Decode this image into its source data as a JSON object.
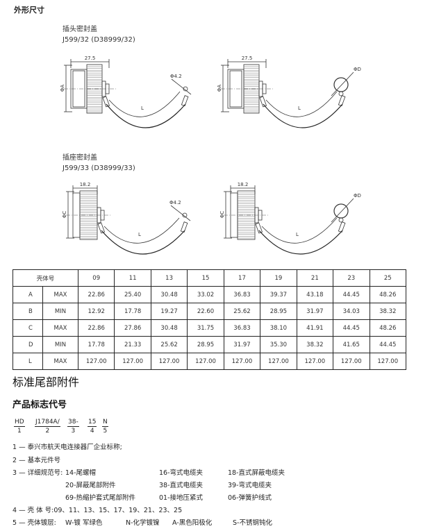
{
  "heading": "外形尺寸",
  "drawings": {
    "plug": {
      "title": "插头密封盖",
      "spec": "J599/32   (D38999/32)",
      "width_dim": "27.5",
      "dia_label": "ΦA",
      "hole_label": "Φ4.2",
      "ring_label": "ΦD",
      "length_label": "L"
    },
    "receptacle": {
      "title": "插座密封盖",
      "spec": "J599/33   (D38999/33)",
      "width_dim": "18.2",
      "dia_label": "ΦC",
      "hole_label": "Φ4.2",
      "ring_label": "ΦD",
      "length_label": "L"
    }
  },
  "table": {
    "header": "壳体号",
    "shells": [
      "09",
      "11",
      "13",
      "15",
      "17",
      "19",
      "21",
      "23",
      "25"
    ],
    "rows": [
      {
        "dim": "A",
        "limit": "MAX",
        "values": [
          "22.86",
          "25.40",
          "30.48",
          "33.02",
          "36.83",
          "39.37",
          "43.18",
          "44.45",
          "48.26"
        ]
      },
      {
        "dim": "B",
        "limit": "MIN",
        "values": [
          "12.92",
          "17.78",
          "19.27",
          "22.60",
          "25.62",
          "28.95",
          "31.97",
          "34.03",
          "38.32"
        ]
      },
      {
        "dim": "C",
        "limit": "MAX",
        "values": [
          "22.86",
          "27.86",
          "30.48",
          "31.75",
          "36.83",
          "38.10",
          "41.91",
          "44.45",
          "48.26"
        ]
      },
      {
        "dim": "D",
        "limit": "MIN",
        "values": [
          "17.78",
          "21.33",
          "25.62",
          "28.95",
          "31.97",
          "35.30",
          "38.32",
          "41.65",
          "44.45"
        ]
      },
      {
        "dim": "L",
        "limit": "MAX",
        "values": [
          "127.00",
          "127.00",
          "127.00",
          "127.00",
          "127.00",
          "127.00",
          "127.00",
          "127.00",
          "127.00"
        ]
      }
    ]
  },
  "section_title": "标准尾部附件",
  "code_title": "产品标志代号",
  "code": [
    {
      "text": "HD",
      "num": "1"
    },
    {
      "text": "J1784A/",
      "num": "2"
    },
    {
      "text": "38-",
      "num": "3"
    },
    {
      "text": "15",
      "num": "4"
    },
    {
      "text": "N",
      "num": "5"
    }
  ],
  "legend": {
    "l1": "1 — 泰兴市航天电连接器厂企业标称;",
    "l2": "2 — 基本元件号",
    "l3_prefix": "3 — 详细规范号:",
    "l3_items": [
      "14-尾螺帽",
      "16-弯式电缆夹",
      "18-直式屏蔽电缆夹",
      "20-屏蔽尾部附件",
      "38-直式电缆夹",
      "39-弯式电缆夹",
      "69-热缩护套式尾部附件",
      "01-接地压紧式",
      "06-弹簧护线式"
    ],
    "l4": "4 — 壳  体  号:09、11、13、15、17、19、21、23、25",
    "l5_prefix": "5 — 壳体镀层:",
    "l5_items": [
      "W-镀  军绿色",
      "N-化学镀镍",
      "A-黑色阳极化",
      "S-不锈钢钝化"
    ]
  }
}
